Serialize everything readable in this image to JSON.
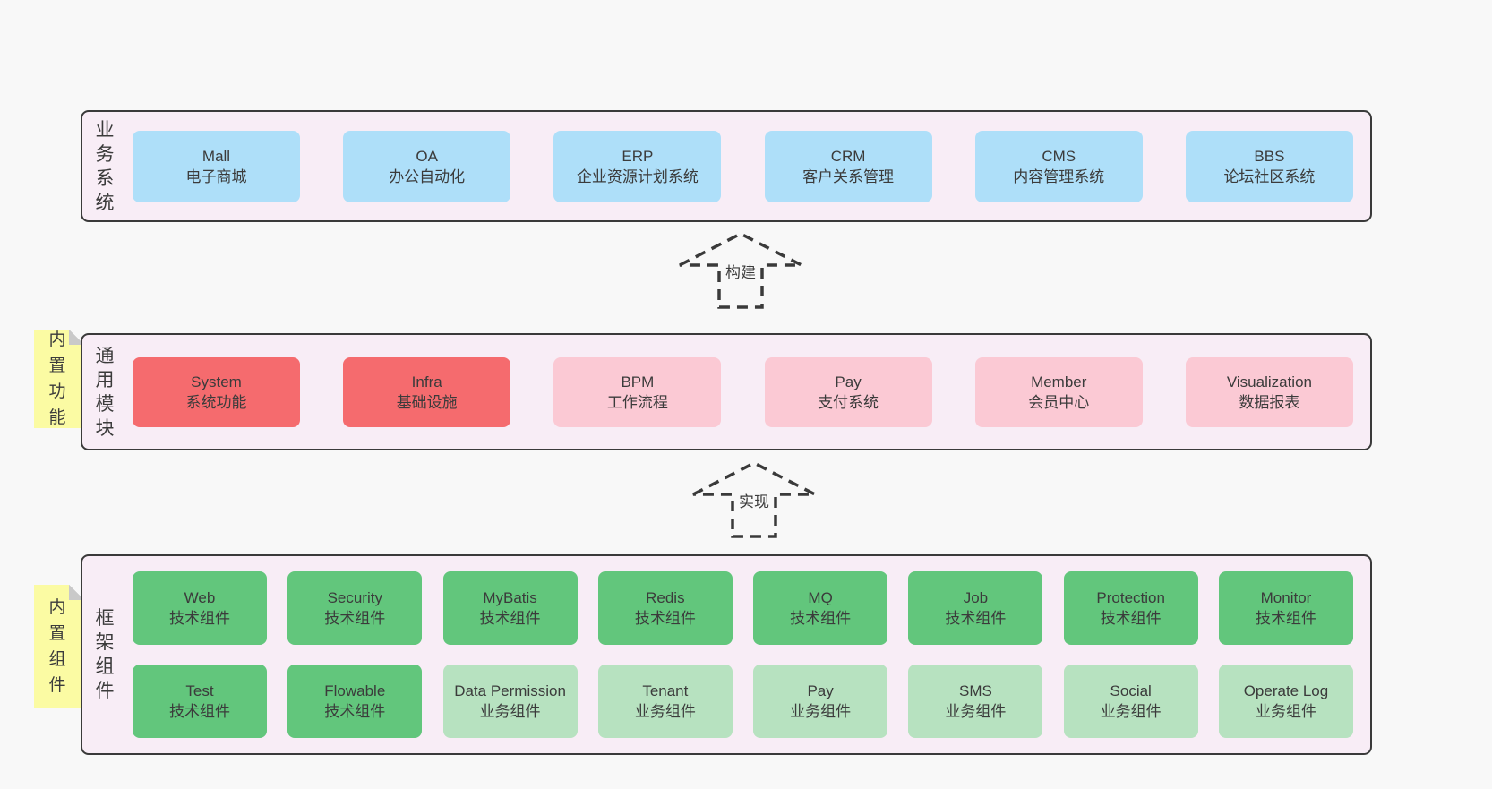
{
  "colors": {
    "page_bg": "#f8f8f8",
    "container_bg": "#f8edf6",
    "container_border": "#3a3a3a",
    "blue": "#aedff9",
    "red": "#f56b6e",
    "pink": "#fbc9d4",
    "green": "#62c67c",
    "light_green": "#b7e2c0",
    "note_yellow": "#fbfba3",
    "fold_gray": "#c9c9c9",
    "text": "#3b3b3b"
  },
  "arrows": [
    {
      "label": "构建"
    },
    {
      "label": "实现"
    }
  ],
  "layers": [
    {
      "label": "业务系统",
      "note": null,
      "rows": [
        {
          "boxes": [
            {
              "name": "Mall",
              "desc": "电子商城",
              "variant": "blue"
            },
            {
              "name": "OA",
              "desc": "办公自动化",
              "variant": "blue"
            },
            {
              "name": "ERP",
              "desc": "企业资源计划系统",
              "variant": "blue"
            },
            {
              "name": "CRM",
              "desc": "客户关系管理",
              "variant": "blue"
            },
            {
              "name": "CMS",
              "desc": "内容管理系统",
              "variant": "blue"
            },
            {
              "name": "BBS",
              "desc": "论坛社区系统",
              "variant": "blue"
            }
          ]
        }
      ]
    },
    {
      "label": "通用模块",
      "note": "内置功能",
      "rows": [
        {
          "boxes": [
            {
              "name": "System",
              "desc": "系统功能",
              "variant": "red"
            },
            {
              "name": "Infra",
              "desc": "基础设施",
              "variant": "red"
            },
            {
              "name": "BPM",
              "desc": "工作流程",
              "variant": "pink"
            },
            {
              "name": "Pay",
              "desc": "支付系统",
              "variant": "pink"
            },
            {
              "name": "Member",
              "desc": "会员中心",
              "variant": "pink"
            },
            {
              "name": "Visualization",
              "desc": "数据报表",
              "variant": "pink"
            }
          ]
        }
      ]
    },
    {
      "label": "框架组件",
      "note": "内置组件",
      "rows": [
        {
          "boxes": [
            {
              "name": "Web",
              "desc": "技术组件",
              "variant": "green"
            },
            {
              "name": "Security",
              "desc": "技术组件",
              "variant": "green"
            },
            {
              "name": "MyBatis",
              "desc": "技术组件",
              "variant": "green"
            },
            {
              "name": "Redis",
              "desc": "技术组件",
              "variant": "green"
            },
            {
              "name": "MQ",
              "desc": "技术组件",
              "variant": "green"
            },
            {
              "name": "Job",
              "desc": "技术组件",
              "variant": "green"
            },
            {
              "name": "Protection",
              "desc": "技术组件",
              "variant": "green"
            },
            {
              "name": "Monitor",
              "desc": "技术组件",
              "variant": "green"
            }
          ]
        },
        {
          "boxes": [
            {
              "name": "Test",
              "desc": "技术组件",
              "variant": "green"
            },
            {
              "name": "Flowable",
              "desc": "技术组件",
              "variant": "green"
            },
            {
              "name": "Data Permission",
              "desc": "业务组件",
              "variant": "light_green"
            },
            {
              "name": "Tenant",
              "desc": "业务组件",
              "variant": "light_green"
            },
            {
              "name": "Pay",
              "desc": "业务组件",
              "variant": "light_green"
            },
            {
              "name": "SMS",
              "desc": "业务组件",
              "variant": "light_green"
            },
            {
              "name": "Social",
              "desc": "业务组件",
              "variant": "light_green"
            },
            {
              "name": "Operate Log",
              "desc": "业务组件",
              "variant": "light_green"
            }
          ]
        }
      ]
    }
  ]
}
